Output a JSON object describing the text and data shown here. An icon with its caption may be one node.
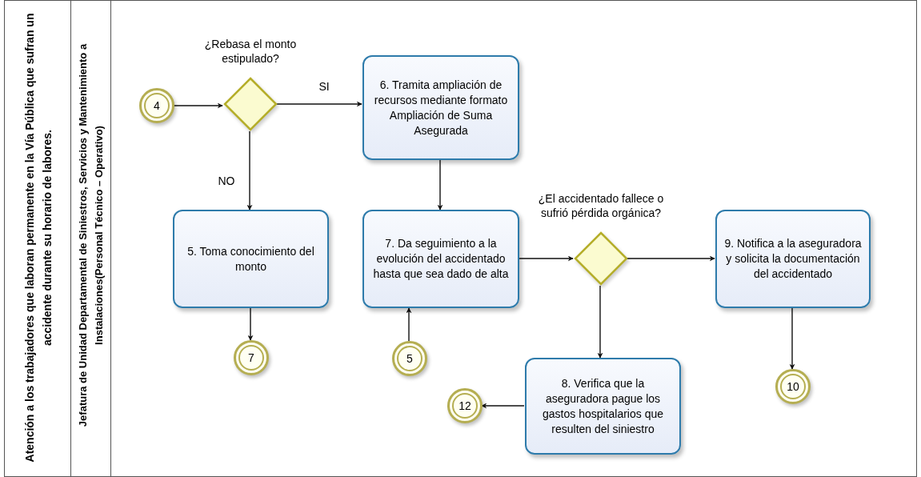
{
  "diagram": {
    "nodes": [
      {
        "text": [
          "Atención a los trabajadores que laboran permanente en la Vía Pública que sufran un accidente durante su horario de labores."
        ]
      },
      {
        "text": [
          "Jefatura de Unidad Departamental de Siniestros, Servicios y Mantenimiento a Instalaciones(Personal Técnico – Operativo)"
        ],
        "in": 0
      },
      {
        "text": [
          "4"
        ],
        "in": 1
      },
      {
        "text": [
          "¿Rebasa el monto estipulado?"
        ],
        "in": 1
      },
      {
        "text": [
          "6. Tramita ampliación de recursos mediante formato Ampliación de Suma Asegurada"
        ],
        "in": 1
      },
      {
        "text": [
          "5. Toma conocimiento del monto"
        ],
        "in": 1
      },
      {
        "text": [
          "7. Da seguimiento a la evolución del accidentado hasta que sea dado de alta"
        ],
        "in": 1
      },
      {
        "text": [
          "¿El accidentado fallece o sufrió pérdida orgánica?"
        ],
        "in": 1
      },
      {
        "text": [
          "9. Notifica a la aseguradora y solicita la documentación del accidentado"
        ],
        "in": 1
      },
      {
        "text": [
          "7"
        ],
        "in": 1
      },
      {
        "text": [
          "5"
        ],
        "in": 1
      },
      {
        "text": [
          "8. Verifica que la aseguradora pague los gastos hospitalarios que resulten del siniestro"
        ],
        "in": 1
      },
      {
        "text": [
          "12"
        ],
        "in": 1
      },
      {
        "text": [
          "10"
        ],
        "in": 1
      }
    ],
    "edges": [
      {
        "from": 2,
        "to": 3,
        "arrow": "to"
      },
      {
        "from": 3,
        "to": 4,
        "arrow": "to",
        "label": "SI"
      },
      {
        "from": 3,
        "to": 5,
        "arrow": "to",
        "label": "NO"
      },
      {
        "from": 4,
        "to": 6,
        "arrow": "to"
      },
      {
        "from": 5,
        "to": 9,
        "arrow": "to"
      },
      {
        "from": 10,
        "to": 6,
        "arrow": "to"
      },
      {
        "from": 6,
        "to": 7,
        "arrow": "to"
      },
      {
        "from": 7,
        "to": 8,
        "arrow": "to"
      },
      {
        "from": 7,
        "to": 11,
        "arrow": "to"
      },
      {
        "from": 11,
        "to": 12,
        "arrow": "to"
      },
      {
        "from": 8,
        "to": 13,
        "arrow": "to"
      }
    ]
  }
}
